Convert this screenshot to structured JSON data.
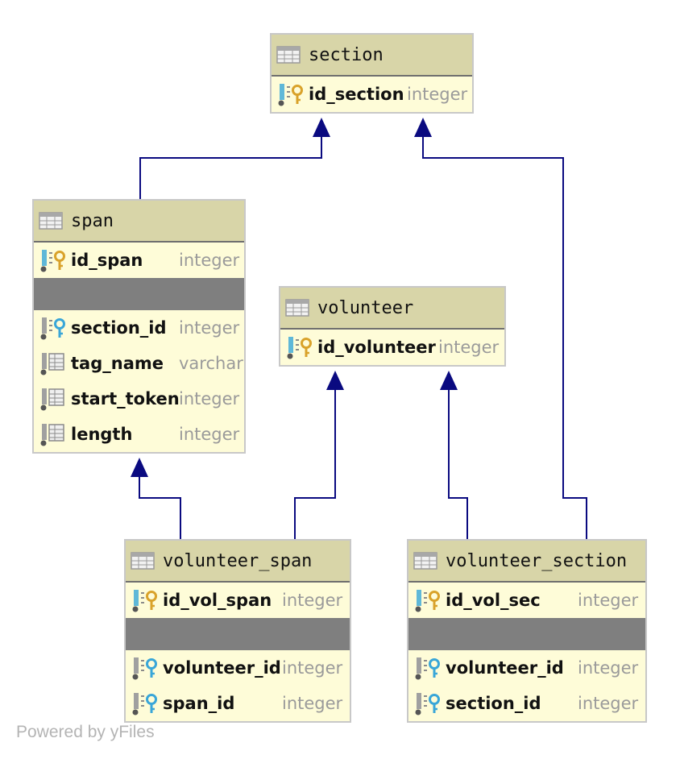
{
  "tables": {
    "section": {
      "name": "section",
      "columns": [
        {
          "name": "id_section",
          "type": "integer",
          "kind": "pk"
        }
      ]
    },
    "span": {
      "name": "span",
      "columns": [
        {
          "name": "id_span",
          "type": "integer",
          "kind": "pk"
        },
        {
          "name": "section_id",
          "type": "integer",
          "kind": "fk"
        },
        {
          "name": "tag_name",
          "type": "varchar",
          "kind": "col"
        },
        {
          "name": "start_token",
          "type": "integer",
          "kind": "col"
        },
        {
          "name": "length",
          "type": "integer",
          "kind": "col"
        }
      ]
    },
    "volunteer": {
      "name": "volunteer",
      "columns": [
        {
          "name": "id_volunteer",
          "type": "integer",
          "kind": "pk"
        }
      ]
    },
    "volunteer_span": {
      "name": "volunteer_span",
      "columns": [
        {
          "name": "id_vol_span",
          "type": "integer",
          "kind": "pk"
        },
        {
          "name": "volunteer_id",
          "type": "integer",
          "kind": "fk"
        },
        {
          "name": "span_id",
          "type": "integer",
          "kind": "fk"
        }
      ]
    },
    "volunteer_section": {
      "name": "volunteer_section",
      "columns": [
        {
          "name": "id_vol_sec",
          "type": "integer",
          "kind": "pk"
        },
        {
          "name": "volunteer_id",
          "type": "integer",
          "kind": "fk"
        },
        {
          "name": "section_id",
          "type": "integer",
          "kind": "fk"
        }
      ]
    }
  },
  "relations": [
    {
      "from": "span",
      "to": "section"
    },
    {
      "from": "volunteer_span",
      "to": "span"
    },
    {
      "from": "volunteer_span",
      "to": "volunteer"
    },
    {
      "from": "volunteer_section",
      "to": "volunteer"
    },
    {
      "from": "volunteer_section",
      "to": "section"
    }
  ],
  "colors": {
    "edge": "#0a0a80",
    "header": "#d8d5a8",
    "body": "#fefcd8",
    "separator": "#7f7f7f"
  },
  "credit": "Powered by yFiles"
}
